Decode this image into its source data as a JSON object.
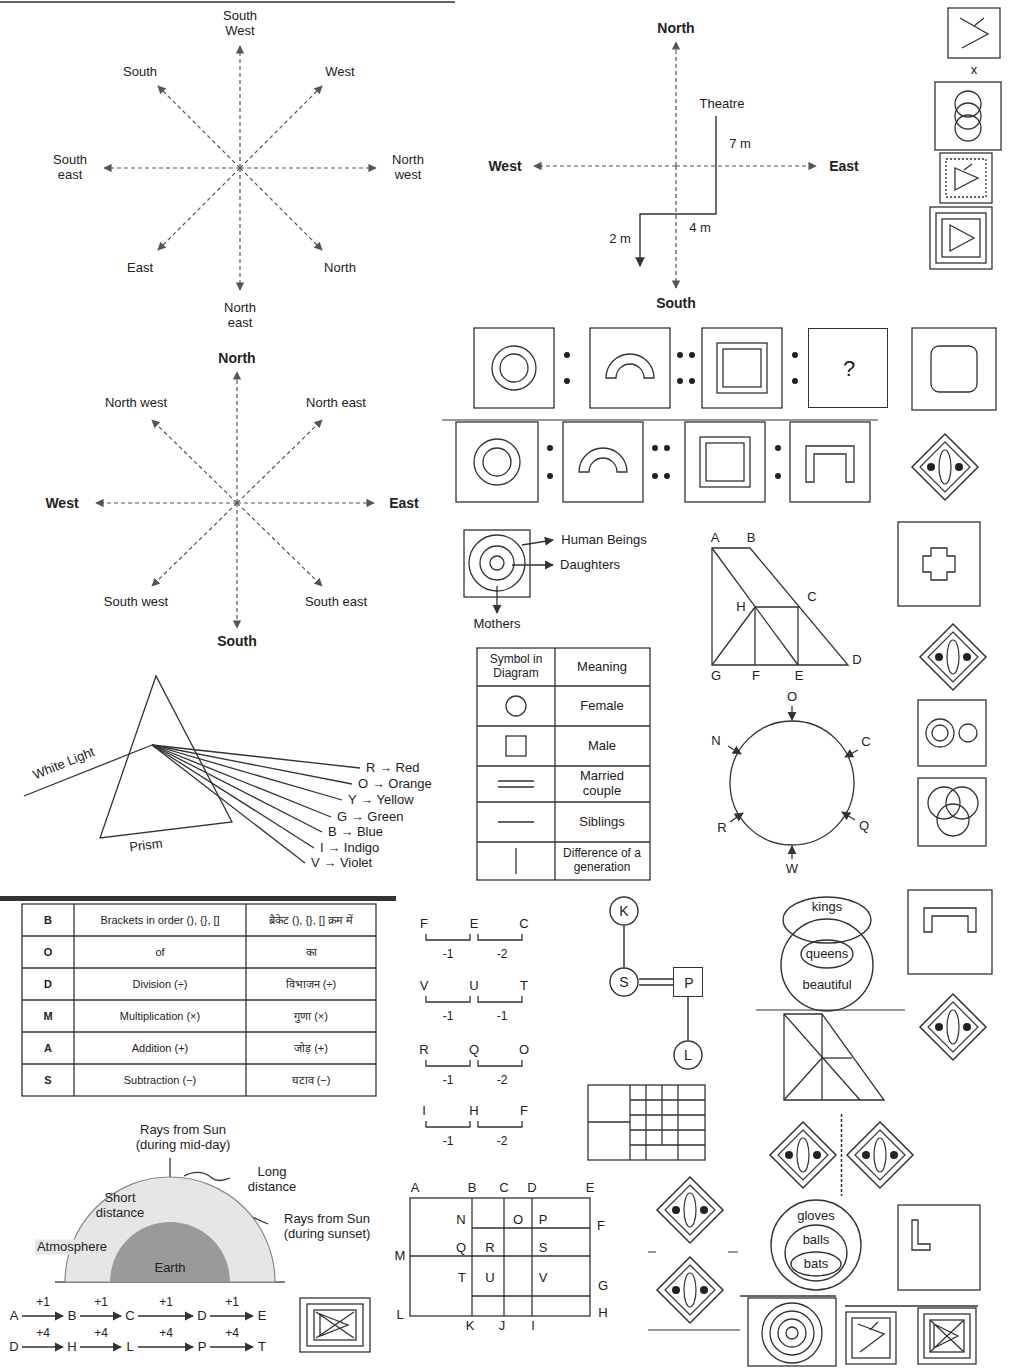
{
  "diagram": {
    "nodes": [
      {
        "text": [
          "?"
        ]
      },
      {
        "text": [
          "K"
        ]
      },
      {
        "text": [
          "S"
        ]
      },
      {
        "text": [
          "P"
        ]
      },
      {
        "text": [
          "L"
        ]
      },
      {
        "text": [
          "kings"
        ]
      },
      {
        "text": [
          "beautiful"
        ]
      },
      {
        "text": [
          "queens"
        ],
        "in": 6
      },
      {
        "text": [
          "gloves"
        ]
      },
      {
        "text": [
          "balls"
        ],
        "in": 8
      },
      {
        "text": [
          "bats"
        ],
        "in": 9
      },
      {
        "text": [
          "Atmosphere"
        ]
      },
      {
        "text": [
          "Earth"
        ],
        "in": 11
      }
    ],
    "edges": [
      {
        "from": 1,
        "to": 2,
        "arrow": "none"
      },
      {
        "from": 2,
        "to": 3,
        "arrow": "none"
      },
      {
        "from": 3,
        "to": 4,
        "arrow": "none"
      }
    ],
    "labels": [
      "South West",
      "South",
      "West",
      "South east",
      "North west",
      "East",
      "North",
      "North east",
      "North",
      "Theatre",
      "7 m",
      "West",
      "East",
      "4 m",
      "2 m",
      "South",
      "x",
      "North",
      "North west",
      "North east",
      "West",
      "East",
      "South west",
      "South east",
      "South",
      "Human Beings",
      "Daughters",
      "Mothers",
      "Symbol in Diagram",
      "Meaning",
      "Female",
      "Male",
      "Married couple",
      "Siblings",
      "Difference of a generation",
      "A",
      "B",
      "C",
      "H",
      "D",
      "G",
      "F",
      "E",
      "O",
      "N",
      "C",
      "R",
      "Q",
      "W",
      "White Light",
      "Prism",
      "R → Red",
      "O → Orange",
      "Y → Yellow",
      "G → Green",
      "B → Blue",
      "I → Indigo",
      "V → Violet",
      "B",
      "Brackets in order (), {}, []",
      "ब्रैकेट (), {}, [] क्रम में",
      "O",
      "of",
      "का",
      "D",
      "Division (÷)",
      "विभाजन (÷)",
      "M",
      "Multiplication (×)",
      "गुणा (×)",
      "A",
      "Addition (+)",
      "जोड़ (+)",
      "S",
      "Subtraction (−)",
      "घटाव (−)",
      "F",
      "E",
      "C",
      "-1",
      "-2",
      "V",
      "U",
      "T",
      "-1",
      "-1",
      "R",
      "Q",
      "O",
      "-1",
      "-2",
      "I",
      "H",
      "F",
      "-1",
      "-2",
      "Rays from Sun (during mid-day)",
      "Long distance",
      "Short distance",
      "Rays from Sun (during sunset)",
      "A",
      "B",
      "C",
      "D",
      "E",
      "N",
      "O",
      "P",
      "F",
      "M",
      "Q",
      "R",
      "S",
      "T",
      "U",
      "V",
      "G",
      "L",
      "K",
      "J",
      "I",
      "H",
      "A",
      "+1",
      "B",
      "+1",
      "C",
      "+1",
      "D",
      "+1",
      "E",
      "D",
      "+4",
      "H",
      "+4",
      "L",
      "+4",
      "P",
      "+4",
      "T"
    ]
  }
}
